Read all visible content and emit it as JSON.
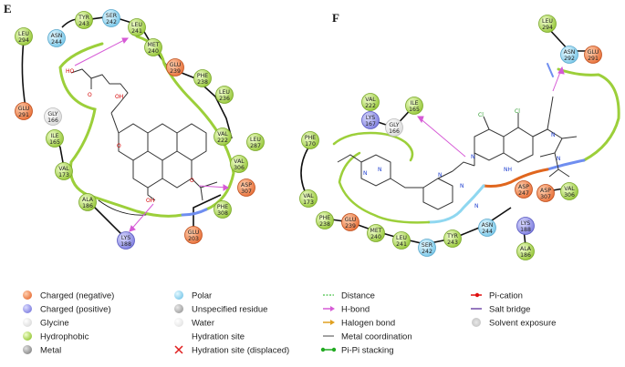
{
  "panels": [
    {
      "id": "E",
      "label": "E",
      "residues": [
        {
          "name": "LEU",
          "num": "294",
          "type": "hydrophobic"
        },
        {
          "name": "GLU",
          "num": "291",
          "type": "negative"
        },
        {
          "name": "ASN",
          "num": "244",
          "type": "polar"
        },
        {
          "name": "TYR",
          "num": "243",
          "type": "hydrophobic"
        },
        {
          "name": "SER",
          "num": "242",
          "type": "polar"
        },
        {
          "name": "LEU",
          "num": "241",
          "type": "hydrophobic"
        },
        {
          "name": "MET",
          "num": "240",
          "type": "hydrophobic"
        },
        {
          "name": "GLU",
          "num": "239",
          "type": "negative"
        },
        {
          "name": "PHE",
          "num": "238",
          "type": "hydrophobic"
        },
        {
          "name": "LEU",
          "num": "236",
          "type": "hydrophobic"
        },
        {
          "name": "VAL",
          "num": "222",
          "type": "hydrophobic"
        },
        {
          "name": "LEU",
          "num": "287",
          "type": "hydrophobic"
        },
        {
          "name": "VAL",
          "num": "306",
          "type": "hydrophobic"
        },
        {
          "name": "ASP",
          "num": "307",
          "type": "negative"
        },
        {
          "name": "PHE",
          "num": "308",
          "type": "hydrophobic"
        },
        {
          "name": "GLU",
          "num": "203",
          "type": "negative"
        },
        {
          "name": "LYS",
          "num": "188",
          "type": "positive"
        },
        {
          "name": "ALA",
          "num": "186",
          "type": "hydrophobic"
        },
        {
          "name": "VAL",
          "num": "173",
          "type": "hydrophobic"
        },
        {
          "name": "ILE",
          "num": "165",
          "type": "hydrophobic"
        },
        {
          "name": "GLY",
          "num": "166",
          "type": "glycine"
        }
      ],
      "atoms": [
        "HO",
        "O",
        "OH",
        "O",
        "OH",
        "O"
      ]
    },
    {
      "id": "F",
      "label": "F",
      "residues": [
        {
          "name": "LEU",
          "num": "294",
          "type": "hydrophobic"
        },
        {
          "name": "ASN",
          "num": "292",
          "type": "polar"
        },
        {
          "name": "GLU",
          "num": "291",
          "type": "negative"
        },
        {
          "name": "VAL",
          "num": "222",
          "type": "hydrophobic"
        },
        {
          "name": "LYS",
          "num": "167",
          "type": "positive"
        },
        {
          "name": "GLY",
          "num": "166",
          "type": "glycine"
        },
        {
          "name": "ILE",
          "num": "165",
          "type": "hydrophobic"
        },
        {
          "name": "PHE",
          "num": "170",
          "type": "hydrophobic"
        },
        {
          "name": "VAL",
          "num": "173",
          "type": "hydrophobic"
        },
        {
          "name": "PHE",
          "num": "238",
          "type": "hydrophobic"
        },
        {
          "name": "GLU",
          "num": "239",
          "type": "negative"
        },
        {
          "name": "MET",
          "num": "240",
          "type": "hydrophobic"
        },
        {
          "name": "LEU",
          "num": "241",
          "type": "hydrophobic"
        },
        {
          "name": "SER",
          "num": "242",
          "type": "polar"
        },
        {
          "name": "TYR",
          "num": "243",
          "type": "hydrophobic"
        },
        {
          "name": "ASN",
          "num": "244",
          "type": "polar"
        },
        {
          "name": "ASP",
          "num": "247",
          "type": "negative"
        },
        {
          "name": "ASP",
          "num": "307",
          "type": "negative"
        },
        {
          "name": "VAL",
          "num": "306",
          "type": "hydrophobic"
        },
        {
          "name": "LYS",
          "num": "188",
          "type": "positive"
        },
        {
          "name": "ALA",
          "num": "186",
          "type": "hydrophobic"
        }
      ],
      "atoms": [
        "N",
        "N",
        "N",
        "N",
        "NH",
        "N",
        "N",
        "N",
        "N",
        "Cl",
        "Cl"
      ]
    }
  ],
  "legend": {
    "col1": [
      "Charged (negative)",
      "Charged (positive)",
      "Glycine",
      "Hydrophobic",
      "Metal"
    ],
    "col2": [
      "Polar",
      "Unspecified residue",
      "Water",
      "Hydration site",
      "Hydration site (displaced)"
    ],
    "col3": [
      "Distance",
      "H-bond",
      "Halogen bond",
      "Metal coordination",
      "Pi-Pi stacking"
    ],
    "col4": [
      "Pi-cation",
      "Salt bridge",
      "Solvent exposure"
    ]
  },
  "colors": {
    "negative": "#e8713a",
    "positive": "#8f8fe6",
    "glycine": "#eeeeee",
    "hydrophobic": "#9acd32",
    "polar": "#8fd6f0",
    "metal": "#9a9a9a",
    "water": "#f0f0f0",
    "pocket_green": "#9ccf3a",
    "pocket_blue": "#6f8ef0",
    "pocket_cyan": "#8fd7f0",
    "pocket_orange": "#e0661e",
    "hbond": "#d65ad6",
    "distance": "#66cc66",
    "halogen": "#e0a020",
    "pication": "#e01010",
    "saltbridge": "#8a6ab8",
    "pipi": "#22aa22"
  }
}
